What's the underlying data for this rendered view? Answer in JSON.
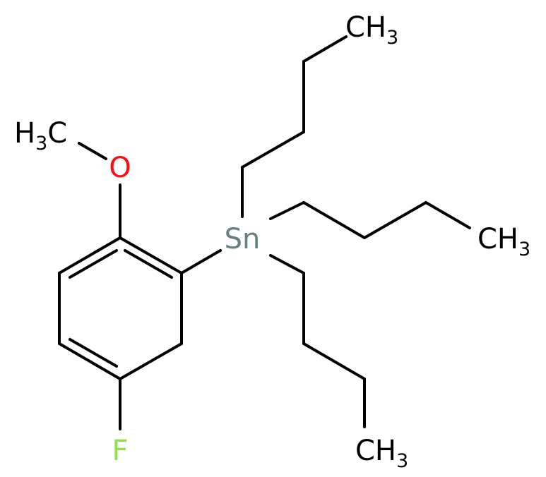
{
  "molecule": {
    "atoms": {
      "ch3_top": {
        "main": "CH",
        "sub": "3"
      },
      "ch3_right": {
        "main": "CH",
        "sub": "3"
      },
      "ch3_bottom": {
        "main": "CH",
        "sub": "3"
      },
      "h3c_methoxy": {
        "pre": "H",
        "sub": "3",
        "post": "C"
      },
      "oxygen": "O",
      "tin": "Sn",
      "fluorine": "F"
    },
    "colors": {
      "bond": "#000000",
      "carbon_label": "#000000",
      "oxygen": "#ff0d0d",
      "tin": "#668080",
      "fluorine": "#90e050"
    }
  }
}
